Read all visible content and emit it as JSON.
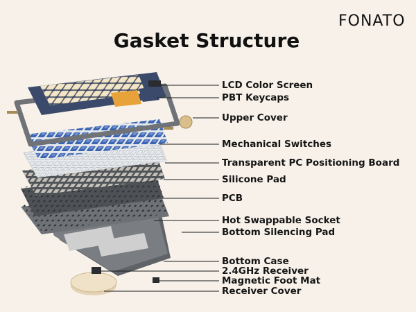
{
  "brand": {
    "name": "FONATO"
  },
  "title": "Gasket Structure",
  "components": [
    {
      "label": "LCD Color Screen"
    },
    {
      "label": "PBT Keycaps"
    },
    {
      "label": "Upper Cover"
    },
    {
      "label": "Mechanical Switches"
    },
    {
      "label": "Transparent PC Positioning Board"
    },
    {
      "label": "Silicone Pad"
    },
    {
      "label": "PCB"
    },
    {
      "label": "Hot Swappable Socket"
    },
    {
      "label": "Bottom Silencing Pad"
    },
    {
      "label": "Bottom Case"
    },
    {
      "label": "2.4GHz Receiver"
    },
    {
      "label": "Magnetic Foot Mat"
    },
    {
      "label": "Receiver Cover"
    }
  ],
  "colors": {
    "background": "#f7f1e9",
    "keycap_navy": "#3b4a6b",
    "keycap_cream": "#f3e6c8",
    "keycap_orange": "#e8a23a",
    "switch_blue": "#3a63b0",
    "pcb_gray": "#55585d",
    "case_gray": "#6a6d72",
    "leader_line": "#1a1a1a"
  }
}
